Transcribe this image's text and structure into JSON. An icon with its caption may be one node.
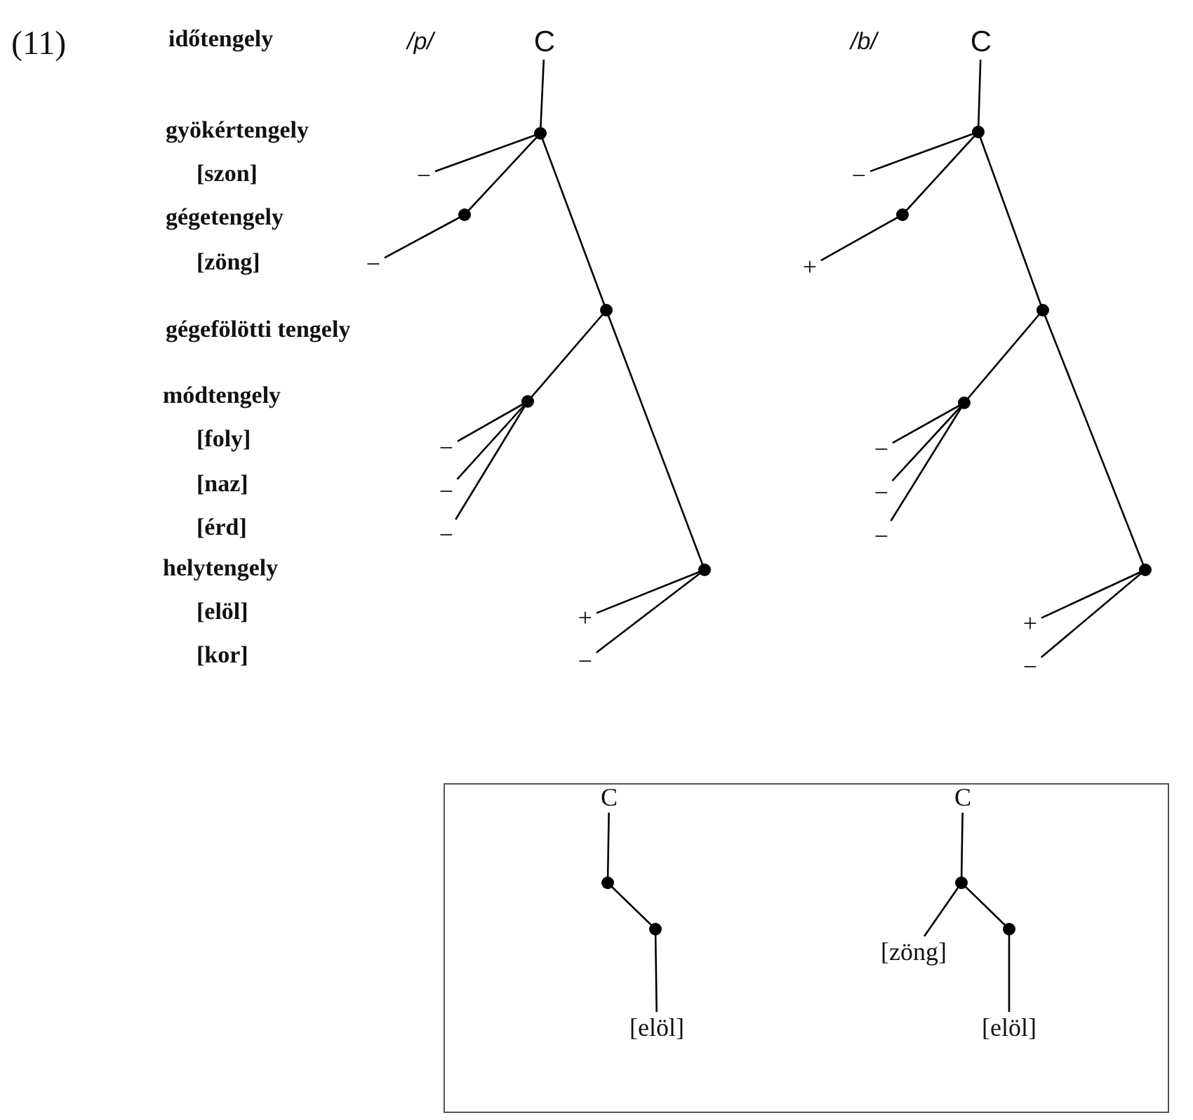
{
  "diagram": {
    "nodes": [
      {
        "text": [
          "C"
        ]
      },
      {
        "text": [],
        "shape": "circle"
      },
      {
        "text": [],
        "shape": "circle"
      },
      {
        "text": [],
        "shape": "circle"
      },
      {
        "text": [],
        "shape": "circle"
      },
      {
        "text": [],
        "shape": "circle"
      },
      {
        "text": [
          "−"
        ]
      },
      {
        "text": [
          "−"
        ]
      },
      {
        "text": [
          "−"
        ]
      },
      {
        "text": [
          "−"
        ]
      },
      {
        "text": [
          "−"
        ]
      },
      {
        "text": [
          "+"
        ]
      },
      {
        "text": [
          "−"
        ]
      },
      {
        "text": [
          "C"
        ]
      },
      {
        "text": [],
        "shape": "circle"
      },
      {
        "text": [],
        "shape": "circle"
      },
      {
        "text": [],
        "shape": "circle"
      },
      {
        "text": [],
        "shape": "circle"
      },
      {
        "text": [],
        "shape": "circle"
      },
      {
        "text": [
          "−"
        ]
      },
      {
        "text": [
          "+"
        ]
      },
      {
        "text": [
          "−"
        ]
      },
      {
        "text": [
          "−"
        ]
      },
      {
        "text": [
          "−"
        ]
      },
      {
        "text": [
          "+"
        ]
      },
      {
        "text": [
          "−"
        ]
      },
      {
        "text": [],
        "shape": "box"
      },
      {
        "text": [
          "C"
        ],
        "in": 26
      },
      {
        "text": [],
        "shape": "circle",
        "in": 26
      },
      {
        "text": [],
        "shape": "circle",
        "in": 26
      },
      {
        "text": [
          "[elöl]"
        ],
        "in": 26
      },
      {
        "text": [
          "C"
        ],
        "in": 26
      },
      {
        "text": [],
        "shape": "circle",
        "in": 26
      },
      {
        "text": [
          "[zöng]"
        ],
        "in": 26
      },
      {
        "text": [],
        "shape": "circle",
        "in": 26
      },
      {
        "text": [
          "[elöl]"
        ],
        "in": 26
      }
    ],
    "edges": [
      {
        "from": 0,
        "to": 1,
        "arrow": "none"
      },
      {
        "from": 1,
        "to": 6,
        "arrow": "none"
      },
      {
        "from": 1,
        "to": 2,
        "arrow": "none"
      },
      {
        "from": 2,
        "to": 7,
        "arrow": "none"
      },
      {
        "from": 1,
        "to": 3,
        "arrow": "none"
      },
      {
        "from": 3,
        "to": 4,
        "arrow": "none"
      },
      {
        "from": 4,
        "to": 8,
        "arrow": "none"
      },
      {
        "from": 4,
        "to": 9,
        "arrow": "none"
      },
      {
        "from": 4,
        "to": 10,
        "arrow": "none"
      },
      {
        "from": 3,
        "to": 5,
        "arrow": "none"
      },
      {
        "from": 5,
        "to": 11,
        "arrow": "none"
      },
      {
        "from": 5,
        "to": 12,
        "arrow": "none"
      },
      {
        "from": 13,
        "to": 14,
        "arrow": "none"
      },
      {
        "from": 14,
        "to": 19,
        "arrow": "none"
      },
      {
        "from": 14,
        "to": 15,
        "arrow": "none"
      },
      {
        "from": 15,
        "to": 20,
        "arrow": "none"
      },
      {
        "from": 14,
        "to": 16,
        "arrow": "none"
      },
      {
        "from": 16,
        "to": 17,
        "arrow": "none"
      },
      {
        "from": 17,
        "to": 21,
        "arrow": "none"
      },
      {
        "from": 17,
        "to": 22,
        "arrow": "none"
      },
      {
        "from": 17,
        "to": 23,
        "arrow": "none"
      },
      {
        "from": 16,
        "to": 18,
        "arrow": "none"
      },
      {
        "from": 18,
        "to": 24,
        "arrow": "none"
      },
      {
        "from": 18,
        "to": 25,
        "arrow": "none"
      },
      {
        "from": 27,
        "to": 28,
        "arrow": "none"
      },
      {
        "from": 28,
        "to": 29,
        "arrow": "none"
      },
      {
        "from": 29,
        "to": 30,
        "arrow": "none"
      },
      {
        "from": 31,
        "to": 32,
        "arrow": "none"
      },
      {
        "from": 32,
        "to": 33,
        "arrow": "none"
      },
      {
        "from": 32,
        "to": 34,
        "arrow": "none"
      },
      {
        "from": 34,
        "to": 35,
        "arrow": "none"
      }
    ],
    "labels": [
      "(11)",
      "időtengely",
      "/p/",
      "/b/",
      "gyökértengely",
      "[szon]",
      "gégetengely",
      "[zöng]",
      "gégefölötti tengely",
      "módtengely",
      "[foly]",
      "[naz]",
      "[érd]",
      "helytengely",
      "[elöl]",
      "[kor]"
    ]
  }
}
